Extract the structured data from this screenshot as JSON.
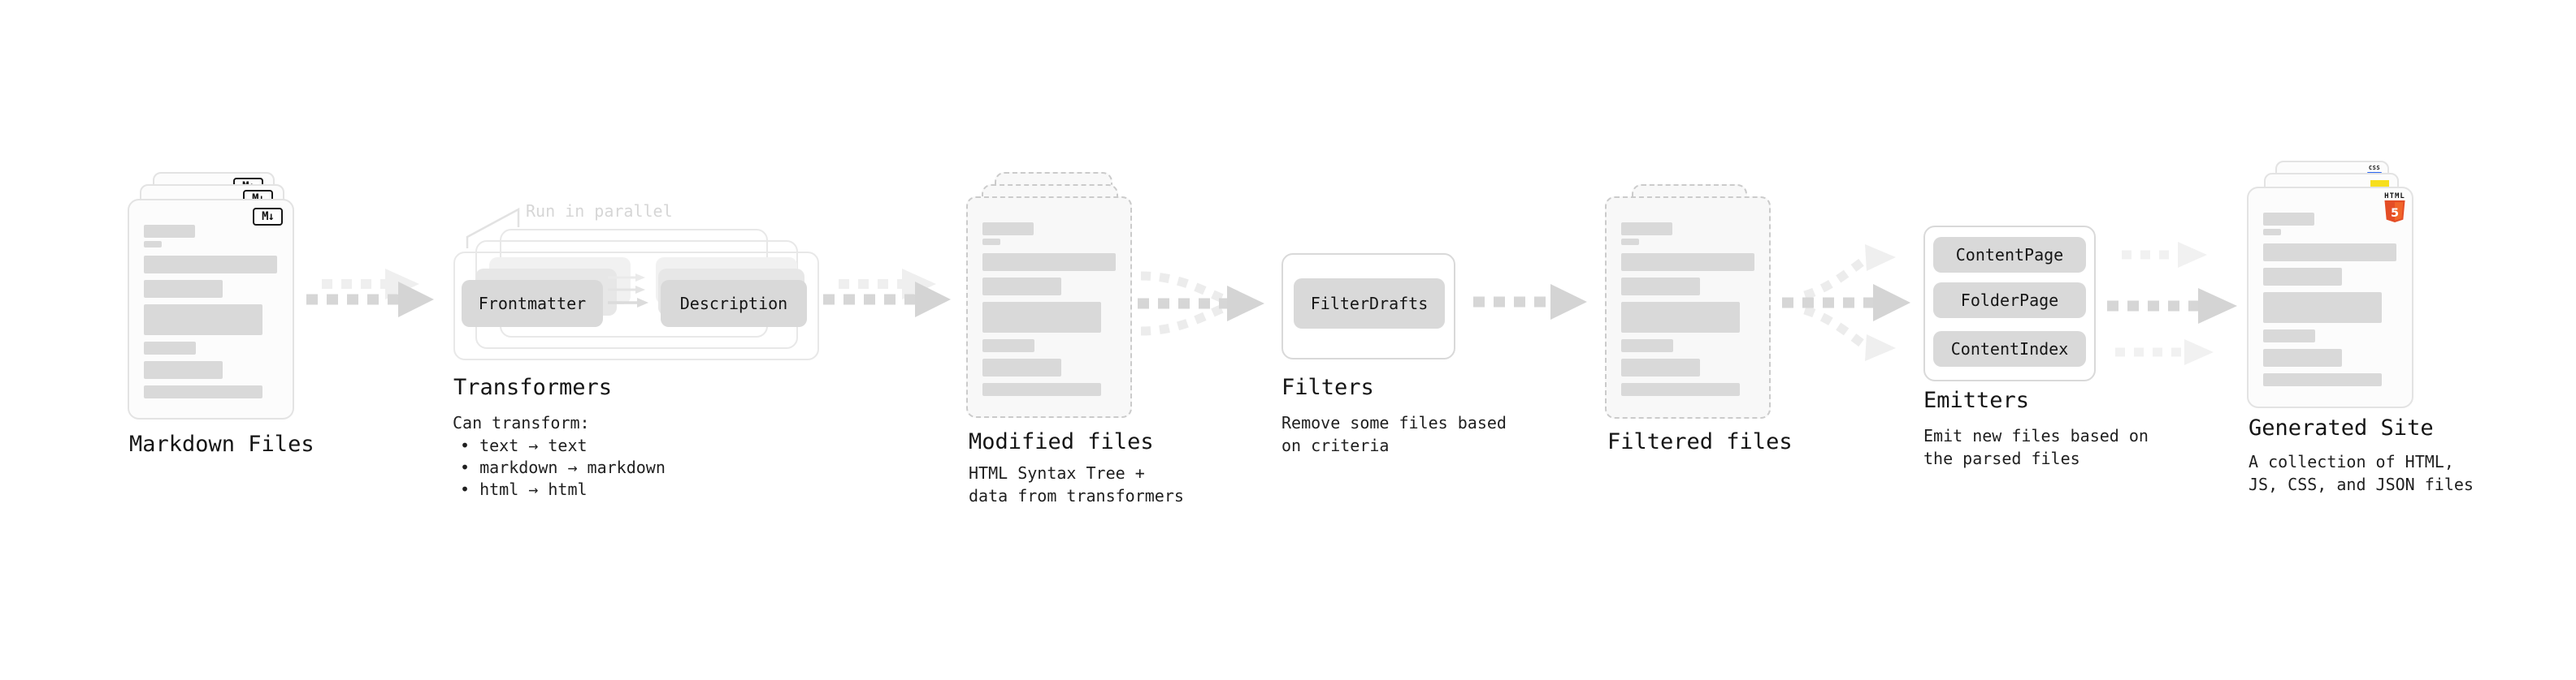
{
  "colors": {
    "bar_gray": "#d9d9d9",
    "arrow_gray": "#d4d4d4",
    "arrow_light": "#ececec",
    "annotation_gray": "#d6d6d6",
    "html5_orange": "#e44d26",
    "html5_orange_light": "#f16529",
    "js_yellow": "#f7df1e",
    "css_blue": "#2965f1",
    "text_dark": "#1b1b1b"
  },
  "stages": {
    "markdown": {
      "label": "Markdown Files",
      "badge": "M↓"
    },
    "transformers": {
      "annotation": "Run in parallel",
      "button_left": "Frontmatter",
      "button_right": "Description",
      "heading": "Transformers",
      "intro": "Can transform:",
      "bullets": [
        "text → text",
        "markdown → markdown",
        "html → html"
      ]
    },
    "modified": {
      "label": "Modified files",
      "desc_line1": "HTML Syntax Tree +",
      "desc_line2": "data from transformers"
    },
    "filters": {
      "heading": "Filters",
      "button": "FilterDrafts",
      "desc_line1": "Remove some files based",
      "desc_line2": "on criteria"
    },
    "filtered": {
      "label": "Filtered files"
    },
    "emitters": {
      "heading": "Emitters",
      "buttons": [
        "ContentPage",
        "FolderPage",
        "ContentIndex"
      ],
      "desc_line1": "Emit new files based on",
      "desc_line2": "the parsed files"
    },
    "generated": {
      "label": "Generated Site",
      "desc_line1": "A collection of HTML,",
      "desc_line2": "JS, CSS, and JSON files",
      "css_badge": "CSS",
      "html_badge": "HTML",
      "shield_number": "5"
    }
  }
}
